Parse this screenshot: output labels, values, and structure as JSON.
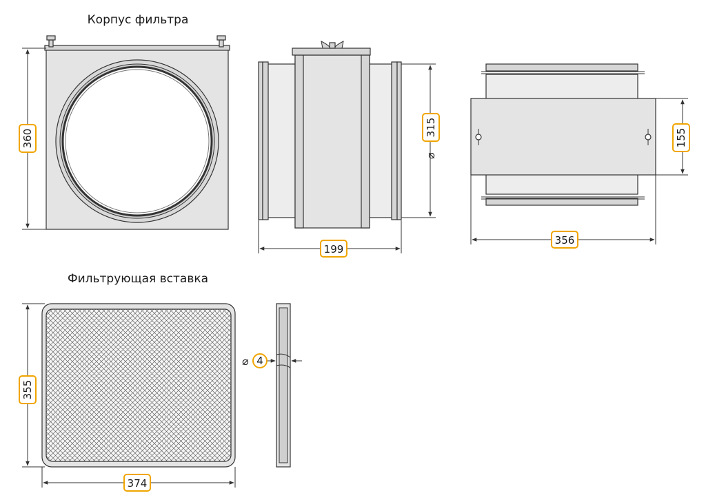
{
  "titles": {
    "housing": "Корпус фильтра",
    "insert": "Фильтрующая вставка"
  },
  "dimensions": {
    "housing_height": "360",
    "diameter": "315",
    "housing_length": "199",
    "side_height": "155",
    "side_width": "356",
    "insert_height": "355",
    "insert_width": "374",
    "insert_thickness": "4"
  },
  "symbols": {
    "diameter": "⌀"
  },
  "colors": {
    "badge_border": "#f0a500",
    "metal": "#e4e4e4",
    "outline": "#333333"
  }
}
